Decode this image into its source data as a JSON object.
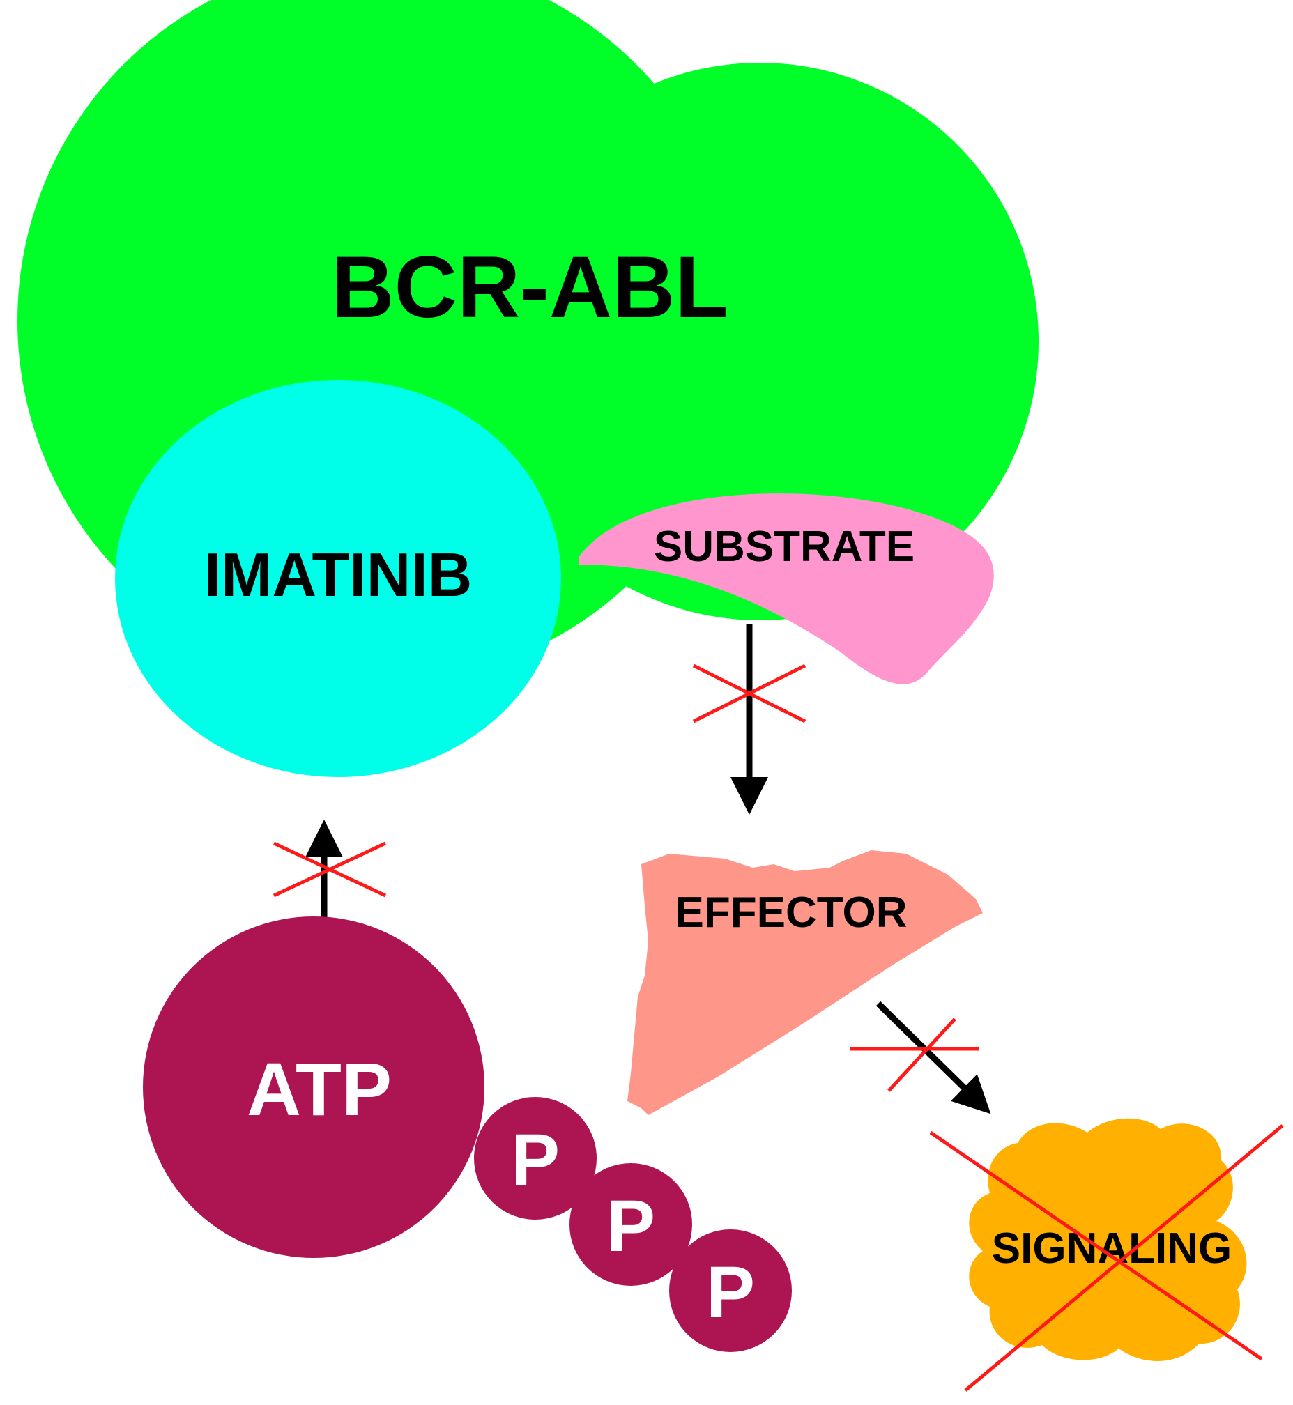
{
  "labels": {
    "bcr_abl": "BCR-ABL",
    "imatinib": "IMATINIB",
    "substrate": "SUBSTRATE",
    "effector": "EFFECTOR",
    "atp": "ATP",
    "phosphates": [
      "P",
      "P",
      "P"
    ],
    "signaling": "SIGNALING"
  },
  "colors": {
    "bcr_abl": "#00FF29",
    "imatinib": "#00FFE8",
    "substrate": "#FF96CD",
    "effector": "#FF968A",
    "atp": "#AD1452",
    "signaling": "#FFB000",
    "inhibit_cross": "#FF1A1A",
    "arrow": "#000000",
    "text_dark": "#000000",
    "text_light": "#FFFFFF"
  },
  "icons": {
    "blocked_arrow_marker": "red-x-icon",
    "arrow_head": "triangle-arrowhead"
  }
}
